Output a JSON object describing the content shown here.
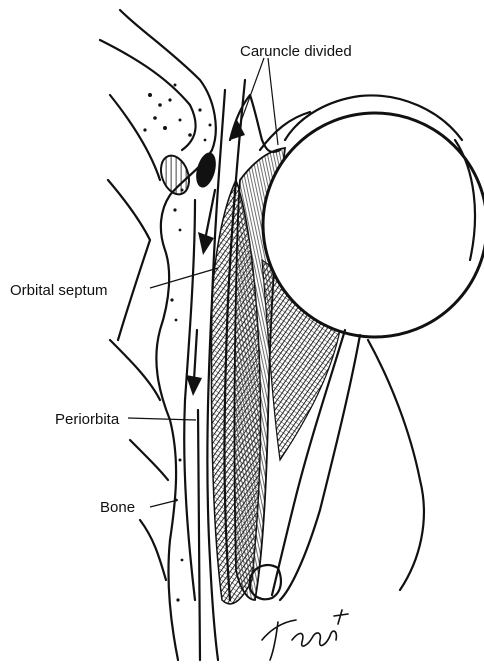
{
  "figure": {
    "labels": {
      "caruncle": "Caruncle divided",
      "septum": "Orbital septum",
      "periorbita": "Periorbita",
      "bone": "Bone"
    },
    "signature": "T. Wenger"
  },
  "colors": {
    "ink": "#111111",
    "background": "#ffffff"
  }
}
